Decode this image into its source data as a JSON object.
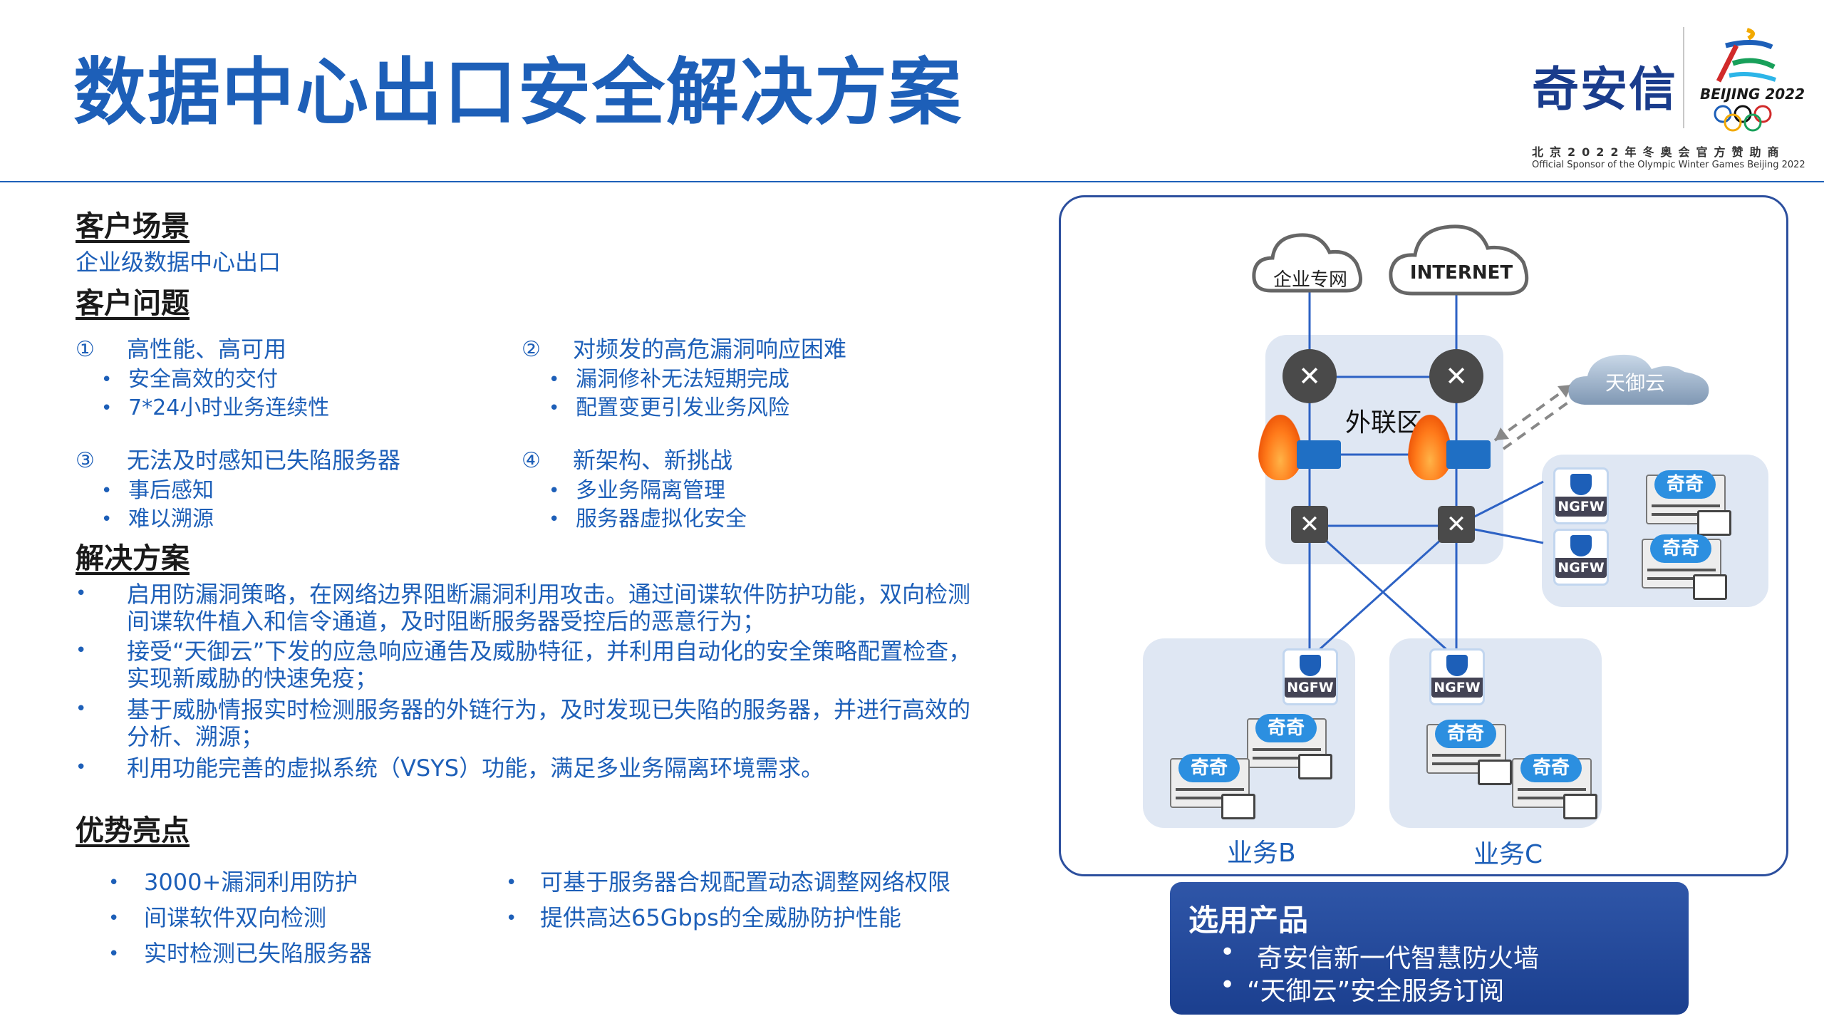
{
  "header": {
    "title": "数据中心出口安全解决方案",
    "logo_text": "奇安信",
    "olympic_text": "BEIJING 2022",
    "sponsor_cn": "北京2022年冬奥会官方赞助商",
    "sponsor_en": "Official Sponsor of the Olympic Winter Games Beijing 2022"
  },
  "scenario": {
    "heading": "客户场景",
    "text": "企业级数据中心出口"
  },
  "problems": {
    "heading": "客户问题",
    "items": [
      {
        "num": "①",
        "title": "高性能、高可用",
        "subs": [
          "安全高效的交付",
          "7*24小时业务连续性"
        ]
      },
      {
        "num": "②",
        "title": "对频发的高危漏洞响应困难",
        "subs": [
          "漏洞修补无法短期完成",
          "配置变更引发业务风险"
        ]
      },
      {
        "num": "③",
        "title": "无法及时感知已失陷服务器",
        "subs": [
          "事后感知",
          "难以溯源"
        ]
      },
      {
        "num": "④",
        "title": "新架构、新挑战",
        "subs": [
          "多业务隔离管理",
          "服务器虚拟化安全"
        ]
      }
    ]
  },
  "solution": {
    "heading": "解决方案",
    "items": [
      {
        "l1": "启用防漏洞策略，在网络边界阻断漏洞利用攻击。通过间谍软件防护功能，双向检测",
        "l2": "间谍软件植入和信令通道，及时阻断服务器受控后的恶意行为；"
      },
      {
        "l1": "接受“天御云”下发的应急响应通告及威胁特征，并利用自动化的安全策略配置检查，",
        "l2": "实现新威胁的快速免疫；"
      },
      {
        "l1": "基于威胁情报实时检测服务器的外链行为，及时发现已失陷的服务器，并进行高效的",
        "l2": "分析、溯源；"
      },
      {
        "l1": "利用功能完善的虚拟系统（VSYS）功能，满足多业务隔离环境需求。",
        "l2": ""
      }
    ]
  },
  "advantages": {
    "heading": "优势亮点",
    "left": [
      "3000+漏洞利用防护",
      "间谍软件双向检测",
      "实时检测已失陷服务器"
    ],
    "right": [
      "可基于服务器合规配置动态调整网络权限",
      "提供高达65Gbps的全威胁防护性能"
    ]
  },
  "diagram": {
    "cloud_enterprise": "企业专网",
    "cloud_internet": "INTERNET",
    "cloud_tianyu": "天御云",
    "zone_dmz": "外联区",
    "zone_b": "业务B",
    "zone_c": "业务C",
    "ngfw_label": "NGFW",
    "server_badge": "奇奇"
  },
  "products": {
    "heading": "选用产品",
    "items": [
      "奇安信新一代智慧防火墙",
      "“天御云”安全服务订阅"
    ]
  },
  "colors": {
    "brand_blue": "#1d5fb8",
    "zone_bg": "#dfe7f3",
    "product_box": "#1b3f8f",
    "flame": "#ff7a1a"
  }
}
